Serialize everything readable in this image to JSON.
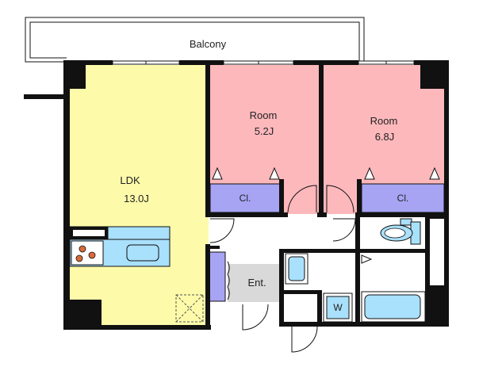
{
  "rooms": {
    "balcony": {
      "label": "Balcony"
    },
    "ldk": {
      "label": "LDK",
      "size": "13.0J"
    },
    "room_left": {
      "label": "Room",
      "size": "5.2J"
    },
    "room_right": {
      "label": "Room",
      "size": "6.8J"
    },
    "closet_left": {
      "label": "Cl."
    },
    "closet_right": {
      "label": "Cl."
    },
    "entrance": {
      "label": "Ent."
    },
    "washer": {
      "label": "W"
    }
  },
  "colors": {
    "ldk_fill": "#fdfbaa",
    "room_fill": "#fdb8bc",
    "closet_fill": "#a7a4f4",
    "fixture_fill": "#a9e0fb",
    "entrance_fill": "#d9d9d9",
    "wall": "#111111"
  }
}
